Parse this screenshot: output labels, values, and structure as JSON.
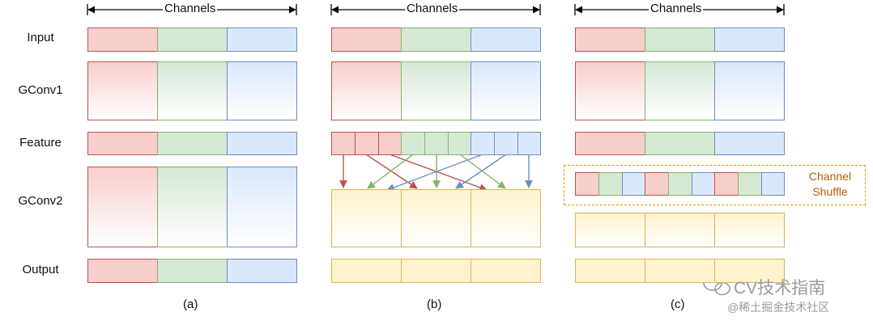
{
  "row_labels": {
    "input": "Input",
    "gconv1": "GConv1",
    "feature": "Feature",
    "gconv2": "GConv2",
    "output": "Output"
  },
  "panels": {
    "a": {
      "channels_label": "Channels",
      "caption": "(a)"
    },
    "b": {
      "channels_label": "Channels",
      "caption": "(b)"
    },
    "c": {
      "channels_label": "Channels",
      "caption": "(c)"
    }
  },
  "shuffle": {
    "line1": "Channel",
    "line2": "Shuffle",
    "color": "#d79b00"
  },
  "watermark": {
    "main": "CV技术指南",
    "sub": "@稀土掘金技术社区"
  },
  "colors": {
    "red_fill": "#f8cecc",
    "red_stroke": "#b85450",
    "green_fill": "#d5e8d4",
    "green_stroke": "#82b366",
    "blue_fill": "#dae8fc",
    "blue_stroke": "#6c8ebf",
    "yellow_fill": "#fff2cc",
    "yellow_stroke": "#d6b656"
  }
}
